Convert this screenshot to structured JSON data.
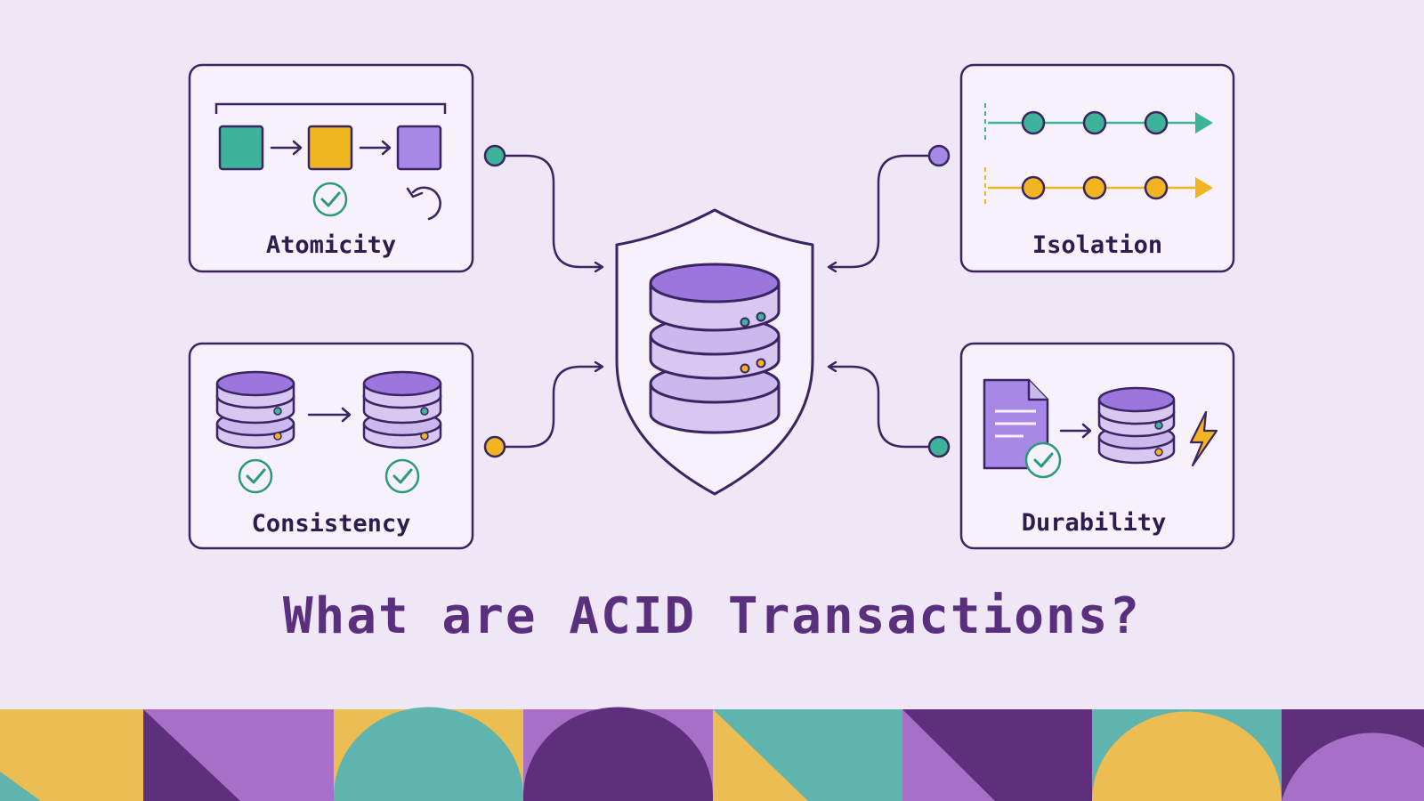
{
  "title": "What are ACID Transactions?",
  "cards": {
    "atomicity": {
      "label": "Atomicity"
    },
    "isolation": {
      "label": "Isolation"
    },
    "consistency": {
      "label": "Consistency"
    },
    "durability": {
      "label": "Durability"
    }
  },
  "colors": {
    "background": "#efe6f6",
    "outline": "#3b2462",
    "purple": "#9b77dd",
    "purple_light": "#cbb8ec",
    "teal": "#3db39a",
    "yellow": "#f2b522",
    "title": "#5a2f7e",
    "band_yellow": "#ecbd52",
    "band_purple": "#a86fc9",
    "band_dark": "#5e2f7a",
    "band_teal": "#5fb4ad"
  },
  "icons": [
    "database-icon",
    "shield-icon",
    "check-icon",
    "undo-icon",
    "document-icon",
    "lightning-icon",
    "arrow-icon",
    "timeline-icon"
  ]
}
